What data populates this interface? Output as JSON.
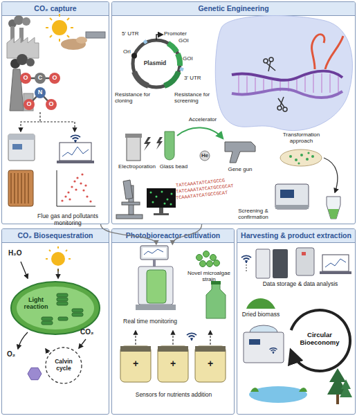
{
  "diagram": {
    "nodes": [
      {
        "text": [
          "CO₂ capture"
        ]
      },
      {
        "text": [
          "Genetic Engineering"
        ]
      },
      {
        "text": [
          "CO₂ Biosequestration"
        ]
      },
      {
        "text": [
          "Photobioreactor cultivation"
        ]
      },
      {
        "text": [
          "Real time monitoring"
        ],
        "in": 3
      },
      {
        "text": [
          "Harvesting & product extraction"
        ]
      }
    ],
    "edges": [
      {
        "from": 0,
        "to": 4,
        "arrow": "to"
      },
      {
        "from": 1,
        "to": 4,
        "arrow": "to"
      }
    ],
    "labels": [
      "O",
      "C",
      "O",
      "N",
      "O",
      "O",
      "Flue gas and pollutants monitoring",
      "5' UTR",
      "Promoter",
      "GOI",
      "GOI",
      "Plasmid",
      "Ori",
      "3' UTR",
      "Resistance for cloning",
      "Resistance for screening",
      "Electroporation",
      "Glass bead",
      "Accelerator",
      "He",
      "Gene gun",
      "Transformation approach",
      "TATCAAATATCATGCCG",
      "TATCAAATATCATGCCGCAT",
      "TCAAATATCATGCCGCAT",
      "Screening & confirmation",
      "H₂O",
      "Light reaction",
      "O₂",
      "CO₂",
      "Calvin cycle",
      "Novel microalgae strain",
      "+",
      "+",
      "+",
      "Sensors for nutrients addition",
      "Data storage & data analysis",
      "Dried biomass",
      "Circular Bioeconomy"
    ]
  }
}
